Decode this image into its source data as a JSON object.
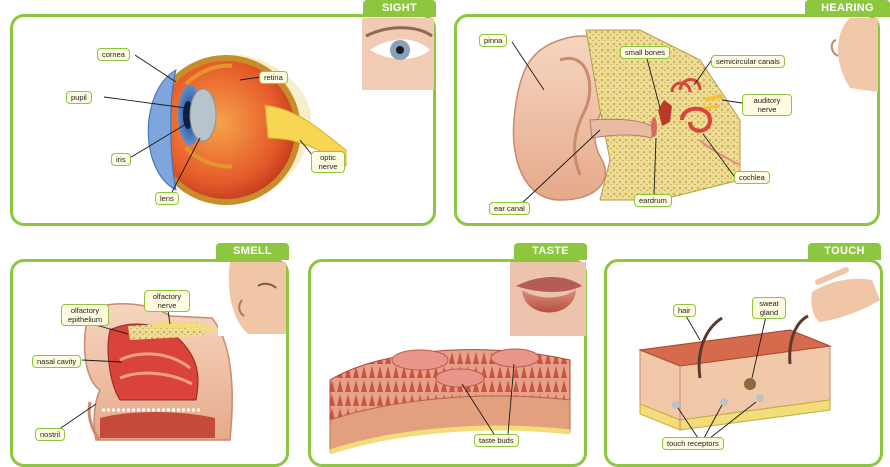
{
  "panels": {
    "sight": {
      "tab": "SIGHT",
      "labels": {
        "cornea": "cornea",
        "pupil": "pupil",
        "iris": "iris",
        "lens": "lens",
        "retina": "retina",
        "optic_nerve_1": "optic",
        "optic_nerve_2": "nerve"
      }
    },
    "hearing": {
      "tab": "HEARING",
      "labels": {
        "pinna": "pinna",
        "small_bones": "small bones",
        "semicircular_canals": "semicircular canals",
        "auditory_nerve_1": "auditory",
        "auditory_nerve_2": "nerve",
        "cochlea": "cochlea",
        "eardrum": "eardrum",
        "ear_canal": "ear canal"
      }
    },
    "smell": {
      "tab": "SMELL",
      "labels": {
        "olfactory_epithelium_1": "olfactory",
        "olfactory_epithelium_2": "epithelium",
        "olfactory_nerve_1": "olfactory",
        "olfactory_nerve_2": "nerve",
        "nasal_cavity": "nasal cavity",
        "nostril": "nostril"
      }
    },
    "taste": {
      "tab": "TASTE",
      "labels": {
        "taste_buds": "taste buds"
      }
    },
    "touch": {
      "tab": "TOUCH",
      "labels": {
        "hair": "hair",
        "sweat_gland_1": "sweat",
        "sweat_gland_2": "gland",
        "touch_receptors": "touch receptors"
      }
    }
  },
  "colors": {
    "accent_green": "#8dc63f",
    "label_fill": "#fffbe0",
    "tissue_red": "#d9433a",
    "skin_tone": "#f2c9a8",
    "bone_yellow": "#f3dc7a"
  }
}
